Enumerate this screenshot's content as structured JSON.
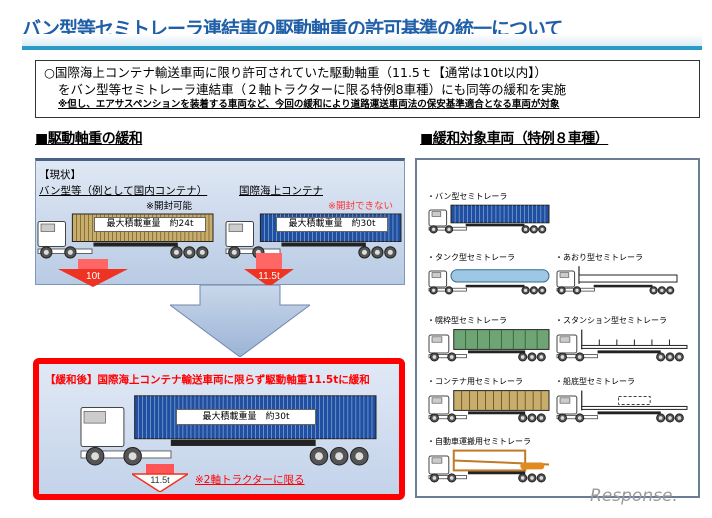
{
  "title": "バン型等セミトレーラ連結車の駆動軸重の許可基準の統一について",
  "notice": {
    "line1": "○国際海上コンテナ輸送車両に限り許可されていた駆動軸重（11.5ｔ【通常は10t以内】）",
    "line2": "をバン型等セミトレーラ連結車（２軸トラクターに限る特例8車種）にも同等の緩和を実施",
    "note": "※但し、エアサスペンションを装着する車両など、今回の緩和により道路運送車両法の保安基準適合となる車両が対象"
  },
  "left_section": {
    "heading": "■駆動軸重の緩和",
    "current": {
      "label": "【現状】",
      "van": {
        "title": "バン型等（例として国内コンテナ）",
        "note": "※開封可能",
        "load": "最大積載重量　約24t",
        "axle": "10t"
      },
      "marine": {
        "title": "国際海上コンテナ",
        "note": "※開封できない",
        "load": "最大積載重量　約30t",
        "axle": "11.5t"
      }
    },
    "after": {
      "label": "【緩和後】国際海上コンテナ輸送車両に限らず駆動軸重11.5tに緩和",
      "load": "最大積載重量　約30t",
      "axle": "11.5t",
      "note": "※2軸トラクターに限る"
    }
  },
  "right_section": {
    "heading": "■緩和対象車両（特例８車種）",
    "vehicles": [
      {
        "label": "・バン型セミトレーラ",
        "type": "van",
        "color": "#1f4fa0"
      },
      {
        "label": "・タンク型セミトレーラ",
        "type": "tank",
        "color": "#9cc8e6"
      },
      {
        "label": "・あおり型セミトレーラ",
        "type": "aori",
        "color": "#ffffff"
      },
      {
        "label": "・幌枠型セミトレーラ",
        "type": "horo",
        "color": "#6fa574"
      },
      {
        "label": "・スタンション型セミトレーラ",
        "type": "stanchion",
        "color": "#ffffff"
      },
      {
        "label": "・コンテナ用セミトレーラ",
        "type": "container",
        "color": "#c9ad6a"
      },
      {
        "label": "・船底型セミトレーラ",
        "type": "funazoko",
        "color": "#ffffff"
      },
      {
        "label": "・自動車運搬用セミトレーラ",
        "type": "carrier",
        "color": "#c07a28"
      }
    ]
  },
  "watermark": "Response.",
  "colors": {
    "title": "#1f5fa8",
    "alert": "#ff0000",
    "container_blue": "#1f4fa0",
    "domestic_tan": "#c9ad6a"
  }
}
